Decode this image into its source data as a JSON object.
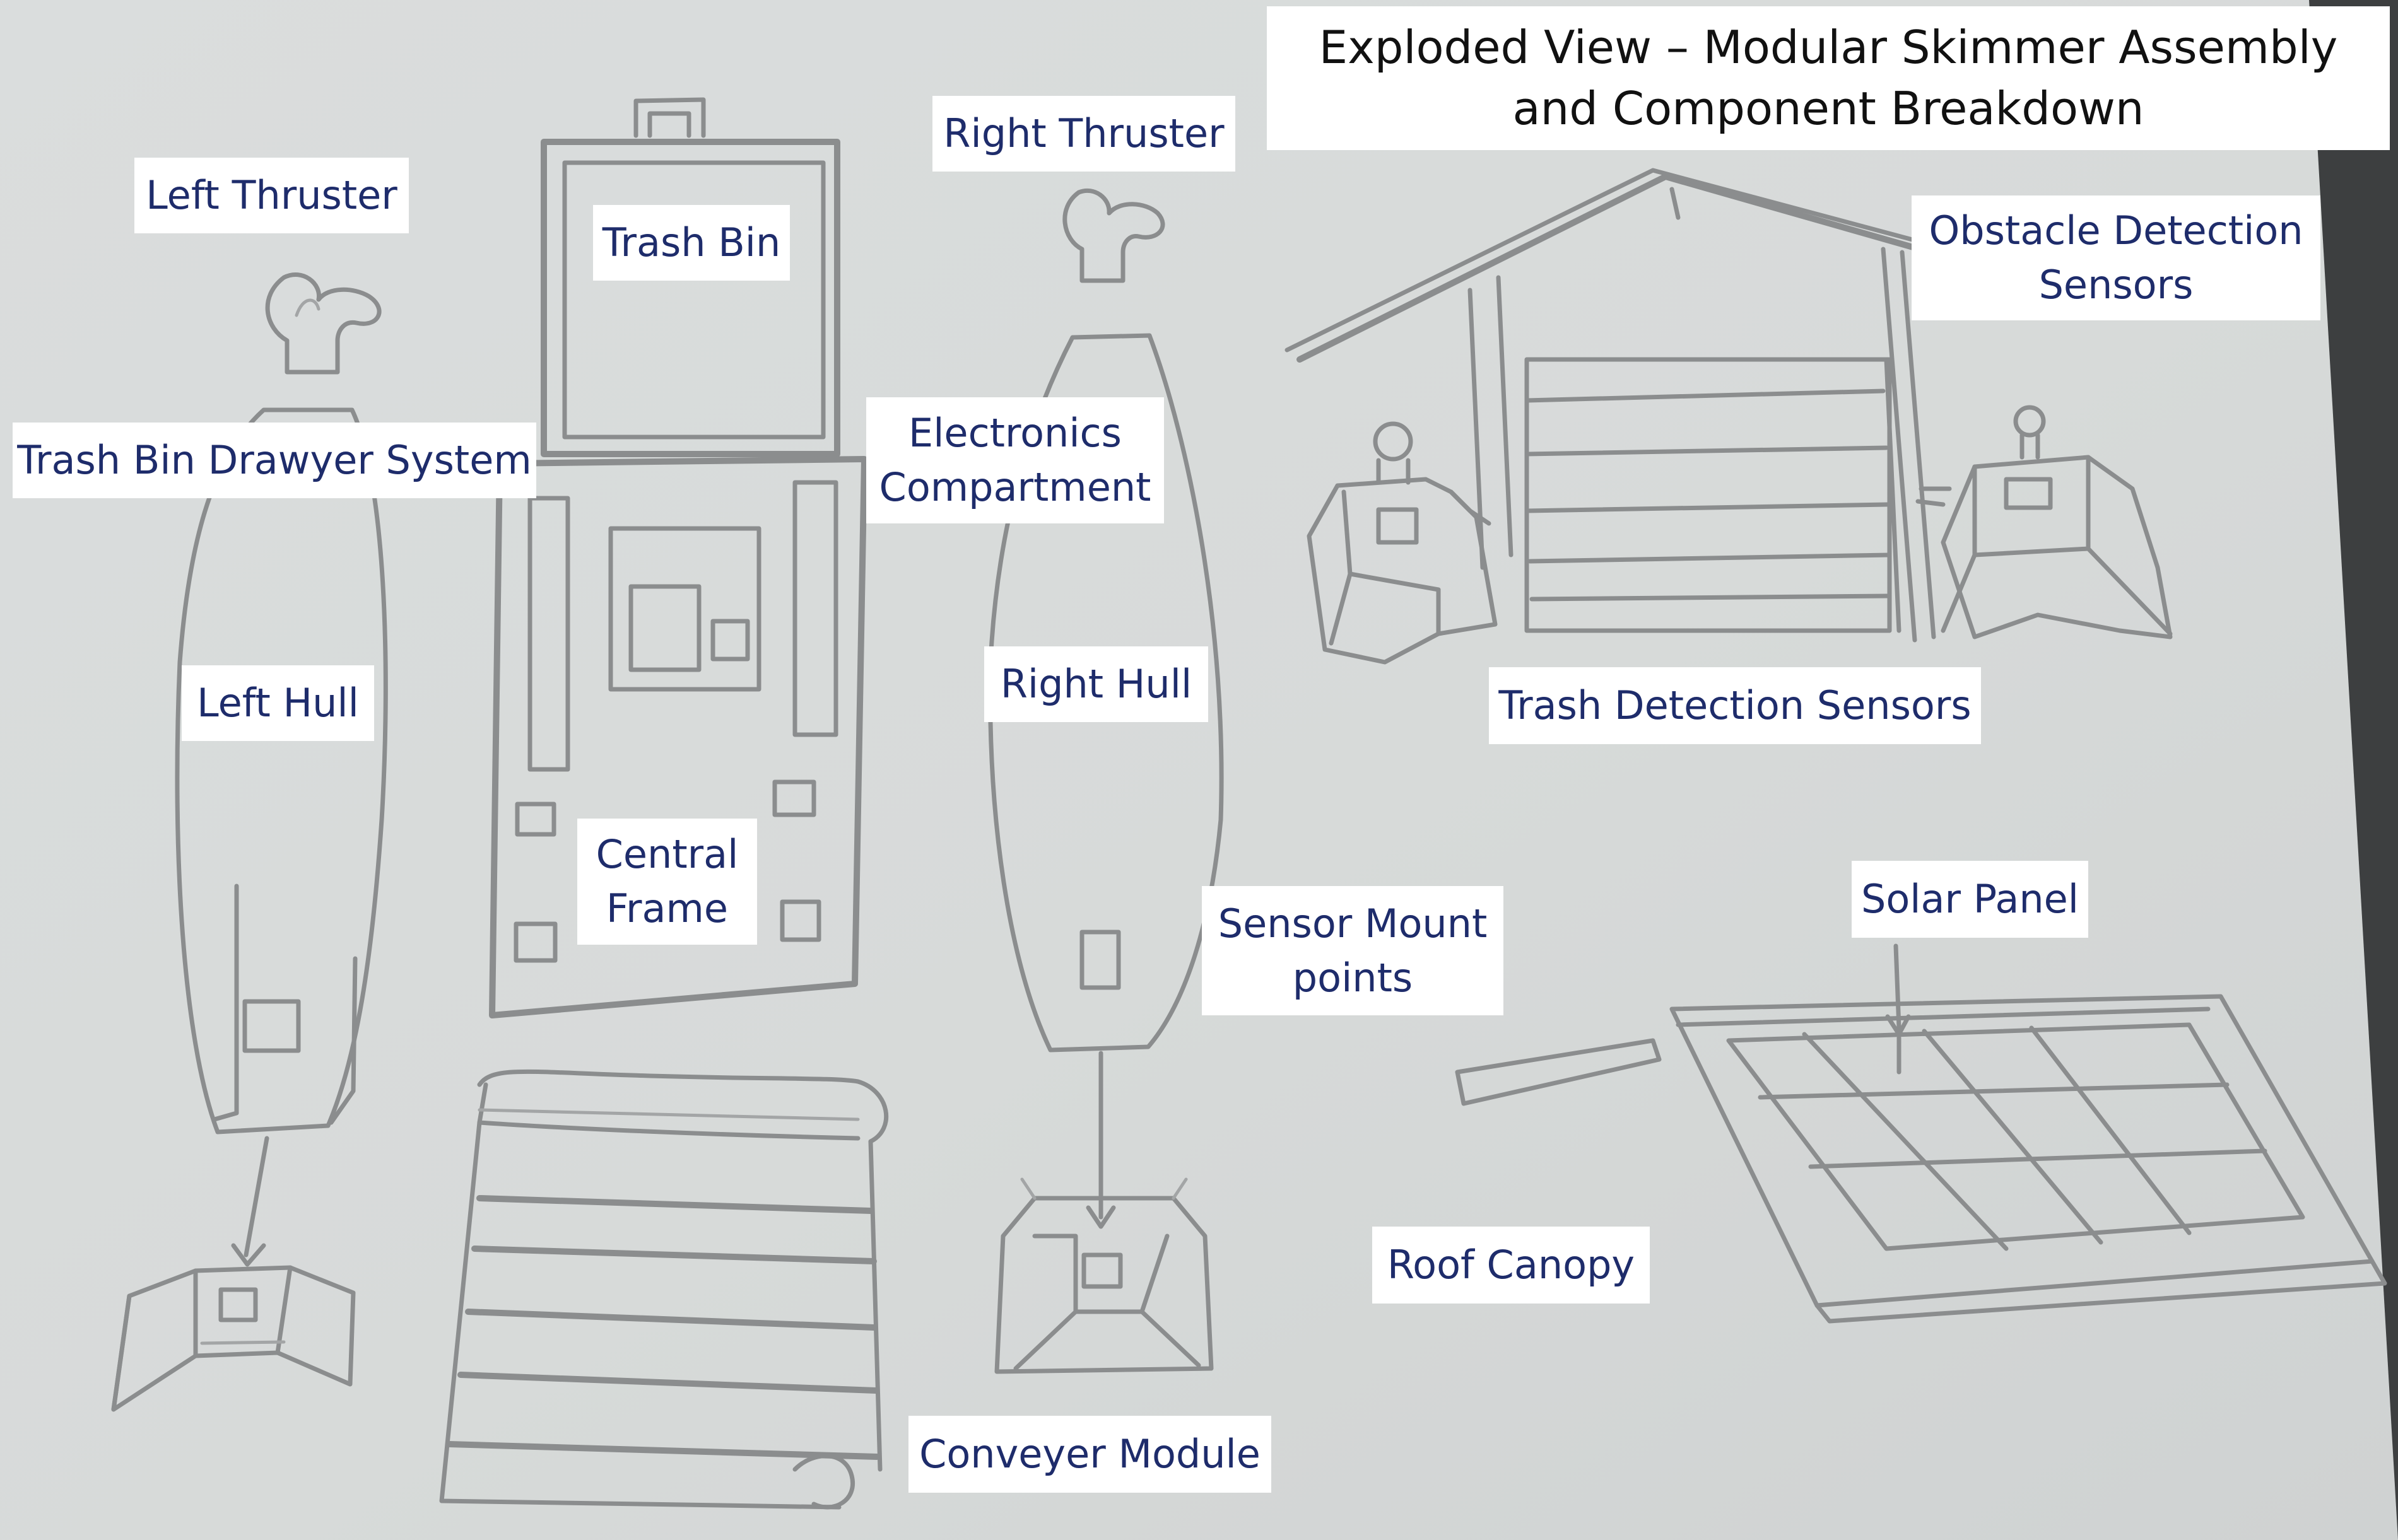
{
  "title": "Exploded View – Modular Skimmer Assembly and Component Breakdown",
  "labels": {
    "left_thruster": "Left Thruster",
    "trash_bin": "Trash Bin",
    "right_thruster": "Right Thruster",
    "trash_bin_drawer_system": "Trash Bin Drawyer System",
    "electronics_compartment": "Electronics Compartment",
    "obstacle_detection_sensors": "Obstacle Detection Sensors",
    "left_hull": "Left Hull",
    "right_hull": "Right Hull",
    "trash_detection_sensors": "Trash Detection Sensors",
    "central_frame": "Central Frame",
    "sensor_mount_points": "Sensor Mount points",
    "solar_panel": "Solar Panel",
    "roof_canopy": "Roof Canopy",
    "conveyer_module": "Conveyer Module"
  },
  "colors": {
    "paper": "#d9dcdd",
    "pencil": "#8b8d8e",
    "label_text": "#1e2c6b",
    "label_bg": "#ffffff",
    "title_text": "#111111"
  }
}
